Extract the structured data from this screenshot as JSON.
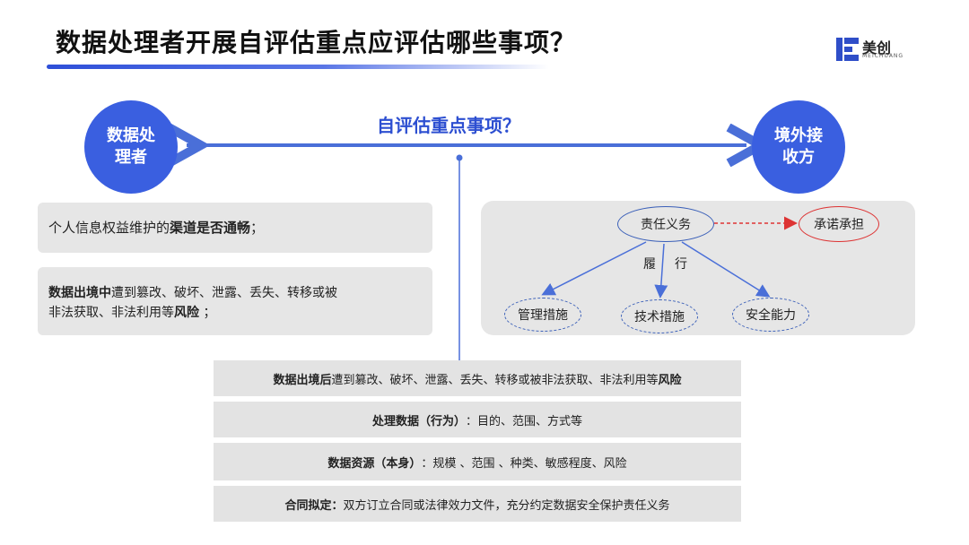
{
  "header": {
    "title": "数据处理者开展自评估重点应评估哪些事项？",
    "logo_text": "美创",
    "logo_sub": "MEICHUANG"
  },
  "diagram": {
    "left_party": "数据处理者",
    "right_party": "境外接收方",
    "center_question": "自评估重点事项？",
    "left_items": [
      {
        "pre": "个人信息权益维护的",
        "bold": "渠道是否通畅",
        "post": "；"
      },
      {
        "bold1": "数据出境中",
        "mid": "遭到篡改、破坏、泄露、丢失、转移或被",
        "line2_pre": "非法获取、非法利用等",
        "bold2": "风险",
        "post": "；"
      }
    ],
    "right_panel": {
      "duty": "责任义务",
      "commitment": "承诺承担",
      "perform_1": "履",
      "perform_2": "行",
      "measures": [
        "管理措施",
        "技术措施",
        "安全能力"
      ]
    },
    "bottom_items": [
      {
        "bold": "数据出境后",
        "text": "遭到篡改、破坏、泄露、丢失、转移或被非法获取、非法利用等",
        "bold_end": "风险"
      },
      {
        "bold": "处理数据（行为）",
        "text": "：目的、范围、方式等",
        "bold_end": ""
      },
      {
        "bold": "数据资源（本身）",
        "text": "：规模 、范围 、种类、敏感程度、风险",
        "bold_end": ""
      },
      {
        "bold": "合同拟定：",
        "text": "双方订立合同或法律效力文件，充分约定数据安全保护责任义务",
        "bold_end": ""
      }
    ]
  },
  "colors": {
    "primary": "#3a5fe0",
    "question": "#2d4fd1",
    "panel": "#e6e6e6",
    "commit_border": "#dd3333",
    "arrow": "#4a6fd8"
  }
}
